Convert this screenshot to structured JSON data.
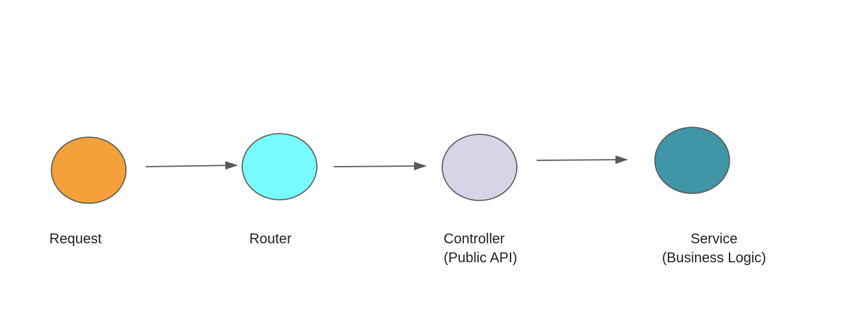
{
  "nodes": [
    {
      "id": "request",
      "lines": [
        "Request"
      ],
      "color": "#f4a13b"
    },
    {
      "id": "router",
      "lines": [
        "Router"
      ],
      "color": "#78fbfd"
    },
    {
      "id": "controller",
      "lines": [
        "Controller",
        "(Public API)"
      ],
      "color": "#d8d4e8"
    },
    {
      "id": "service",
      "lines": [
        "Service",
        "(Business Logic)"
      ],
      "color": "#4095a7"
    }
  ],
  "edges": [
    {
      "from": "request",
      "to": "router"
    },
    {
      "from": "router",
      "to": "controller"
    },
    {
      "from": "controller",
      "to": "service"
    }
  ],
  "style": {
    "stroke": "#595959",
    "arrow": "#595959",
    "text": "#1f1f1f"
  }
}
